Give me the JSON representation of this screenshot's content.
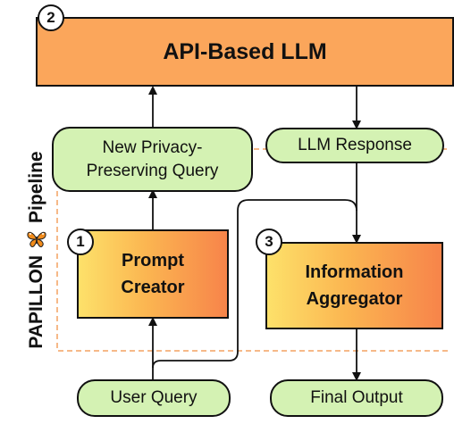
{
  "llm": {
    "title": "API-Based LLM",
    "step": "2"
  },
  "prompt_creator": {
    "title": "Prompt\nCreator",
    "step": "1"
  },
  "aggregator": {
    "title": "Information\nAggregator",
    "step": "3"
  },
  "nodes": {
    "privacy_query": "New Privacy-\nPreserving Query",
    "llm_response": "LLM Response",
    "user_query": "User Query",
    "final_output": "Final Output"
  },
  "pipeline": {
    "name": "PAPILLON",
    "label": "Pipeline",
    "icon": "butterfly-icon"
  },
  "colors": {
    "llm_fill": "#fba65b",
    "gradient_start": "#fde16a",
    "gradient_end": "#f7844a",
    "node_fill": "#d4f2b3",
    "pipeline_border": "#f4a261"
  }
}
